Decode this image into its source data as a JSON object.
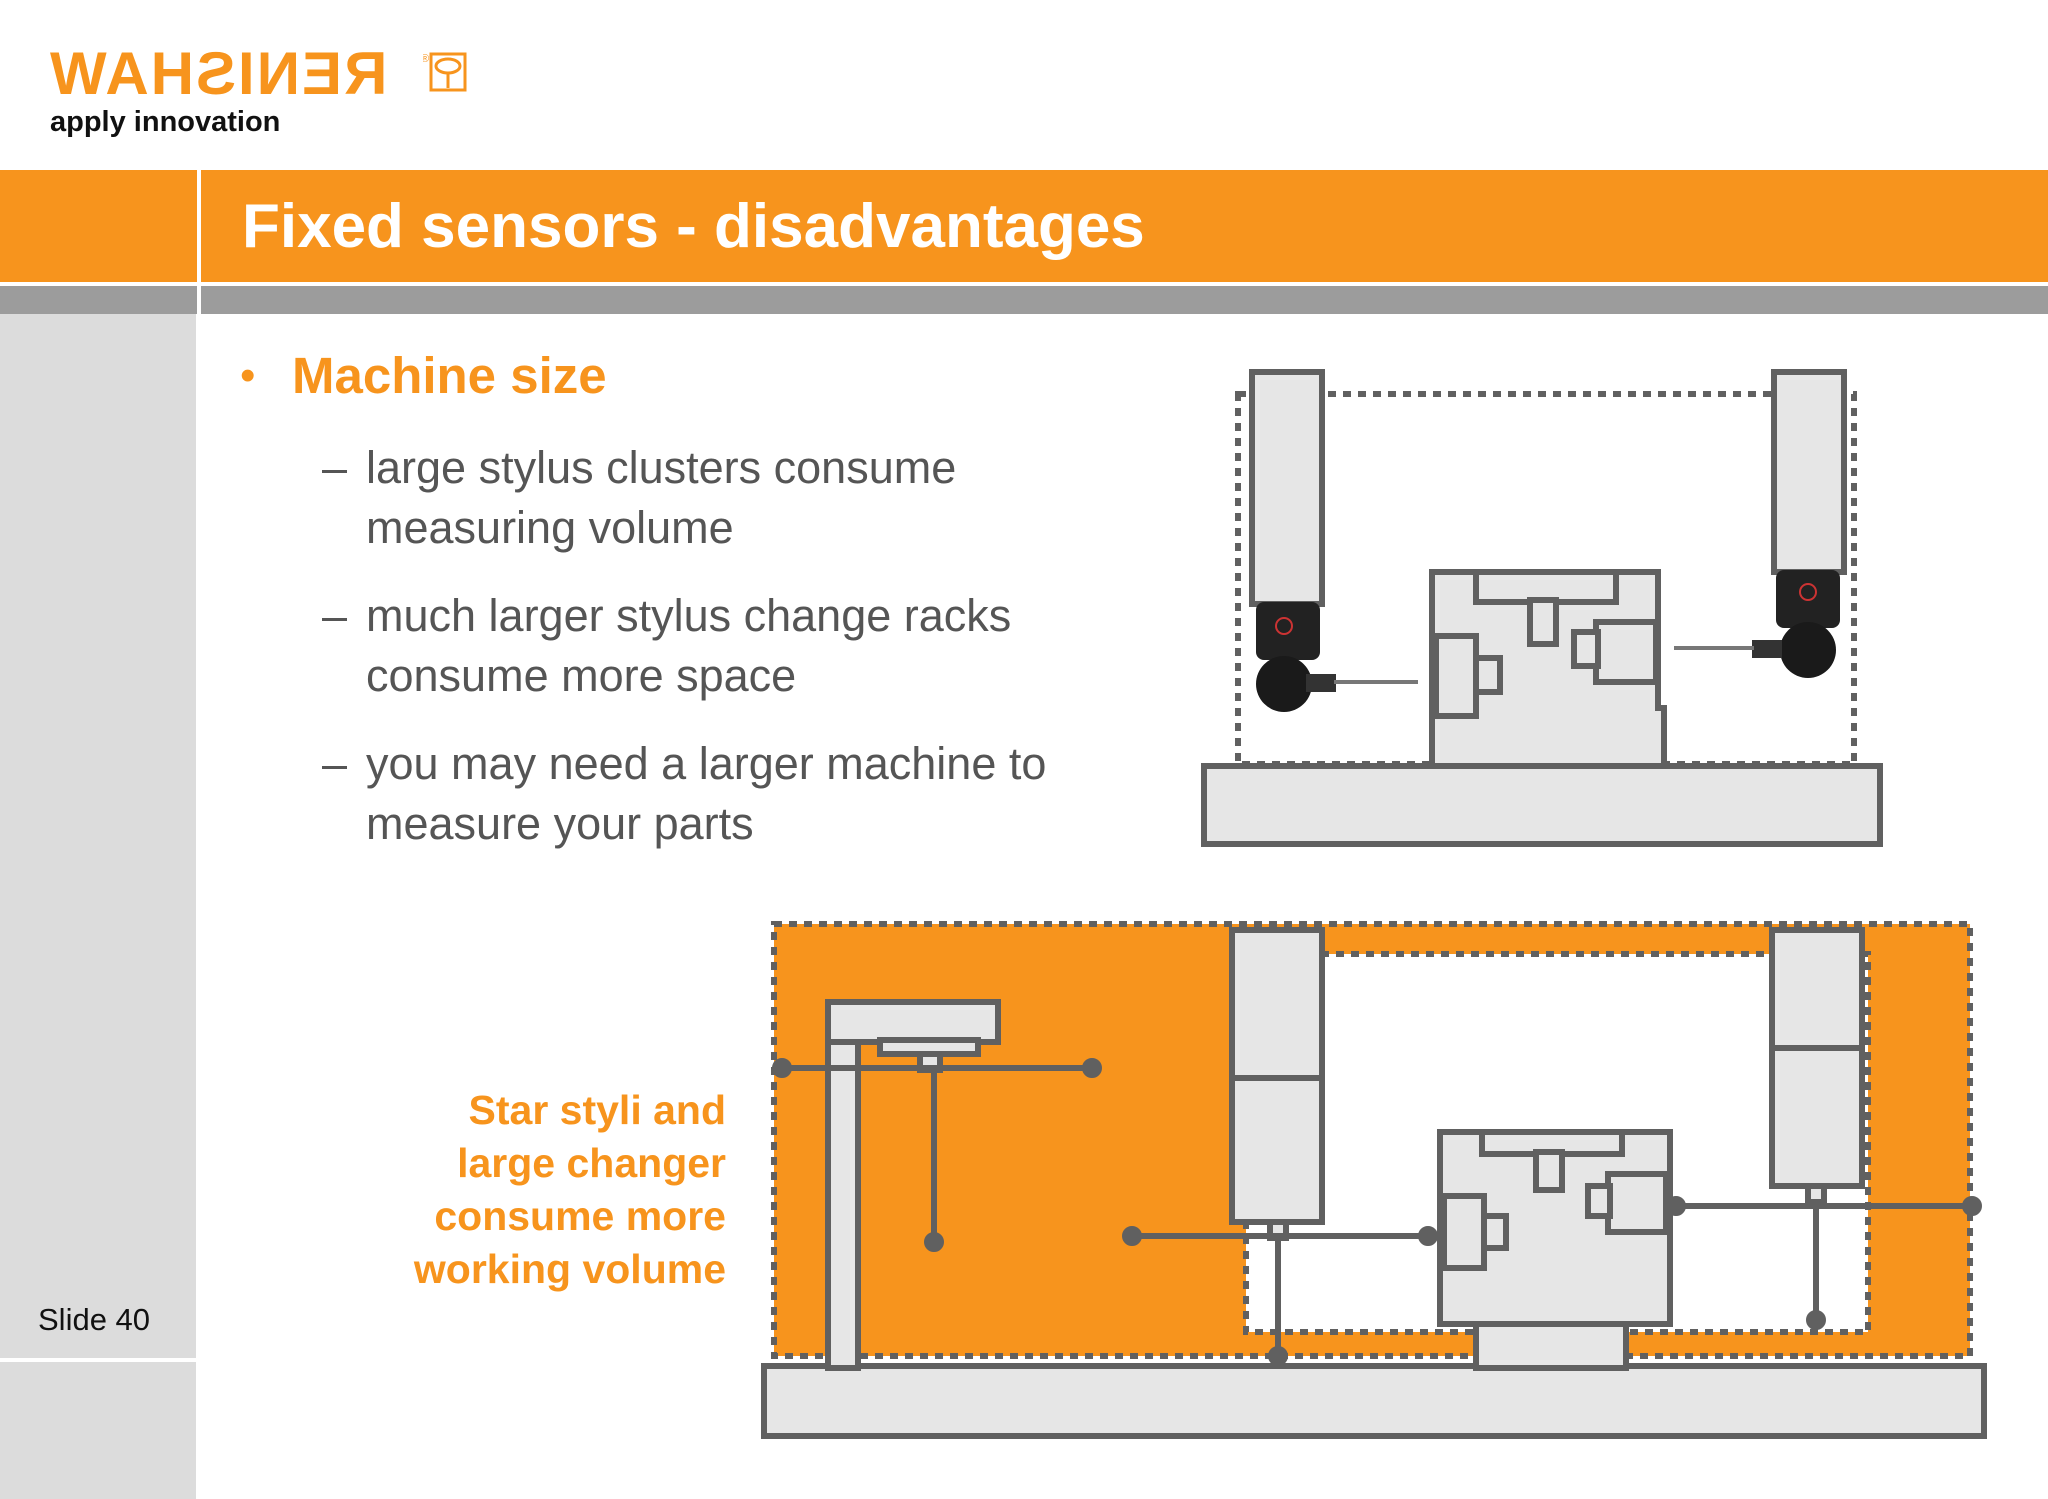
{
  "logo": {
    "wordmark": "RENISHAW",
    "trademark": "®",
    "tagline": "apply innovation",
    "icon": "renishaw-emblem-icon",
    "brand_color": "#f7941d"
  },
  "header": {
    "title": "Fixed sensors - disadvantages",
    "band_color": "#f7941d",
    "divider_color": "#9c9c9c"
  },
  "sidebar": {
    "slide_label": "Slide 40",
    "panel_color": "#dcdcdc"
  },
  "content": {
    "bullet_symbol": "•",
    "bullet_heading": "Machine size",
    "dash": "–",
    "sub_points": [
      "large stylus clusters consume measuring volume",
      "much larger stylus change racks consume more space",
      "you may need a larger machine to measure your parts"
    ]
  },
  "callout": {
    "lines": [
      "Star styli and",
      "large changer",
      "consume more",
      "working volume"
    ],
    "color": "#f7941d"
  },
  "figures": {
    "top": "fixed-sensor-machine-diagram",
    "bottom": "enlarged-working-volume-diagram",
    "outline_color": "#606060",
    "fill_color": "#e6e6e6",
    "highlight_color": "#f7941d"
  }
}
